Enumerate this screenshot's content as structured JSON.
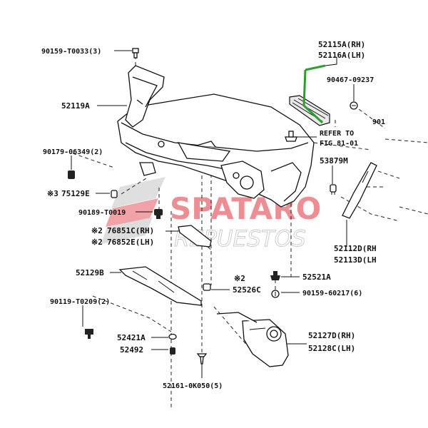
{
  "labels": {
    "l_90159_t0033": "90159-T0033(3)",
    "l_52119a": "52119A",
    "l_90179_06349": "90179-06349(2)",
    "l_75129e": "75129E",
    "l_75129e_prefix": "※3",
    "l_90189_t0019": "90189-T0019",
    "l_76851c": "76851C(RH)",
    "l_76852e": "76852E(LH)",
    "l_mark2_a": "※2",
    "l_mark2_b": "※2",
    "l_52129b": "52129B",
    "l_90119_t0209": "90119-T0209(2)",
    "l_52421a": "52421A",
    "l_52492": "52492",
    "l_52161_0k050": "52161-0K050(5)",
    "l_52526c_mark": "※2",
    "l_52526c": "52526C",
    "l_52521a": "52521A",
    "l_90159_60217": "90159-60217(6)",
    "l_52127d": "52127D(RH)",
    "l_52128c": "52128C(LH)",
    "l_52115a": "52115A(RH)",
    "l_52116a": "52116A(LH)",
    "l_90467_09237": "90467-09237",
    "l_901": "901",
    "l_refer_to": "REFER TO",
    "l_fig_81_01": "FIG 81-01",
    "l_53879m": "53879M",
    "l_52112d": "52112D(RH",
    "l_52113d": "52113D(LH"
  },
  "watermark": {
    "brand": "SPATARO",
    "tagline": "REPUESTOS",
    "color": "#e7646c"
  },
  "highlight_color": "#2e9e2e"
}
